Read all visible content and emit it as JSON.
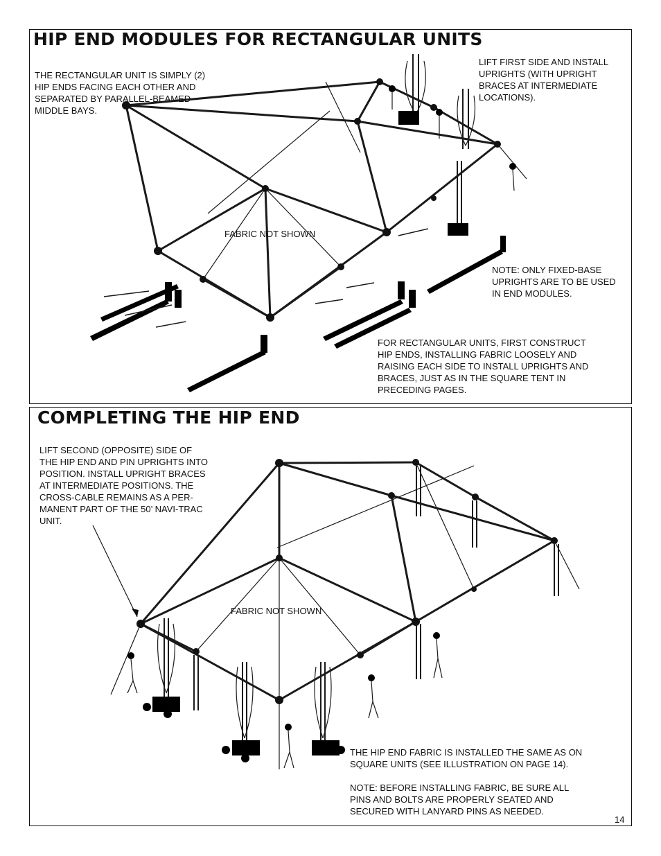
{
  "top_section": {
    "title": "HIP END MODULES FOR RECTANGULAR UNITS",
    "note_left": "THE RECTANGULAR UNIT IS SIMPLY (2)\nHIP ENDS FACING EACH OTHER AND\nSEPARATED BY PARALLEL-BEAMED\nMIDDLE BAYS.",
    "note_right_top": "LIFT FIRST SIDE  AND INSTALL\nUPRIGHTS (WITH UPRIGHT\nBRACES AT INTERMEDIATE\nLOCATIONS).",
    "fabric_label": "FABRIC NOT SHOWN",
    "note_fixed_base": "NOTE:  ONLY FIXED-BASE\nUPRIGHTS ARE TO BE USED\nIN END MODULES.",
    "note_bottom": "FOR RECTANGULAR UNITS, FIRST CONSTRUCT\nHIP ENDS, INSTALLING FABRIC LOOSELY AND\nRAISING EACH SIDE TO INSTALL UPRIGHTS AND\nBRACES, JUST AS IN THE SQUARE TENT IN\nPRECEDING PAGES."
  },
  "bottom_section": {
    "title": "COMPLETING THE HIP END",
    "note_left": "LIFT SECOND (OPPOSITE) SIDE OF\nTHE HIP END AND PIN UPRIGHTS INTO\nPOSITION.  INSTALL UPRIGHT BRACES\nAT INTERMEDIATE POSITIONS.  THE\nCROSS-CABLE REMAINS AS A PER-\nMANENT PART OF THE 50’ NAVI-TRAC\nUNIT.",
    "fabric_label": "FABRIC NOT SHOWN",
    "note_fabric": "THE HIP END FABRIC IS INSTALLED THE SAME AS ON\nSQUARE UNITS (SEE ILLUSTRATION ON PAGE 14).",
    "note_before": "NOTE:  BEFORE INSTALLING FABRIC, BE SURE ALL\nPINS AND BOLTS ARE PROPERLY SEATED AND\nSECURED WITH LANYARD PINS AS NEEDED."
  },
  "page_number": "14"
}
